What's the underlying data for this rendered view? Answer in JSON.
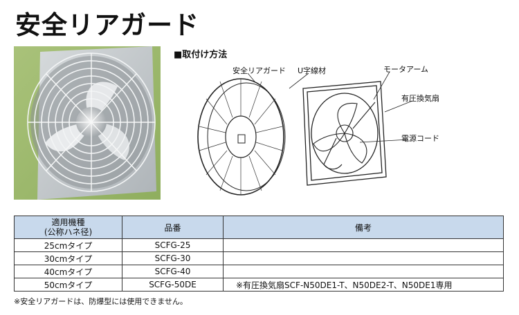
{
  "title": "安全リアガード",
  "install_heading": "■取付け方法",
  "callouts": {
    "guard": "安全リアガード",
    "u_wire": "U字線材",
    "motor_arm": "モータアーム",
    "pressure_fan": "有圧換気扇",
    "power_cord": "電源コード"
  },
  "table": {
    "headers": {
      "model_line1": "適用機種",
      "model_line2": "(公称ハネ径)",
      "part": "品番",
      "notes": "備考"
    },
    "rows": [
      {
        "model": "25cmタイプ",
        "part": "SCFG-25",
        "note": ""
      },
      {
        "model": "30cmタイプ",
        "part": "SCFG-30",
        "note": ""
      },
      {
        "model": "40cmタイプ",
        "part": "SCFG-40",
        "note": ""
      },
      {
        "model": "50cmタイプ",
        "part": "SCFG-50DE",
        "note": "※有圧換気扇SCF-N50DE1-T、N50DE2-T、N50DE1専用"
      }
    ]
  },
  "footnote": "※安全リアガードは、防爆型には使用できません。"
}
